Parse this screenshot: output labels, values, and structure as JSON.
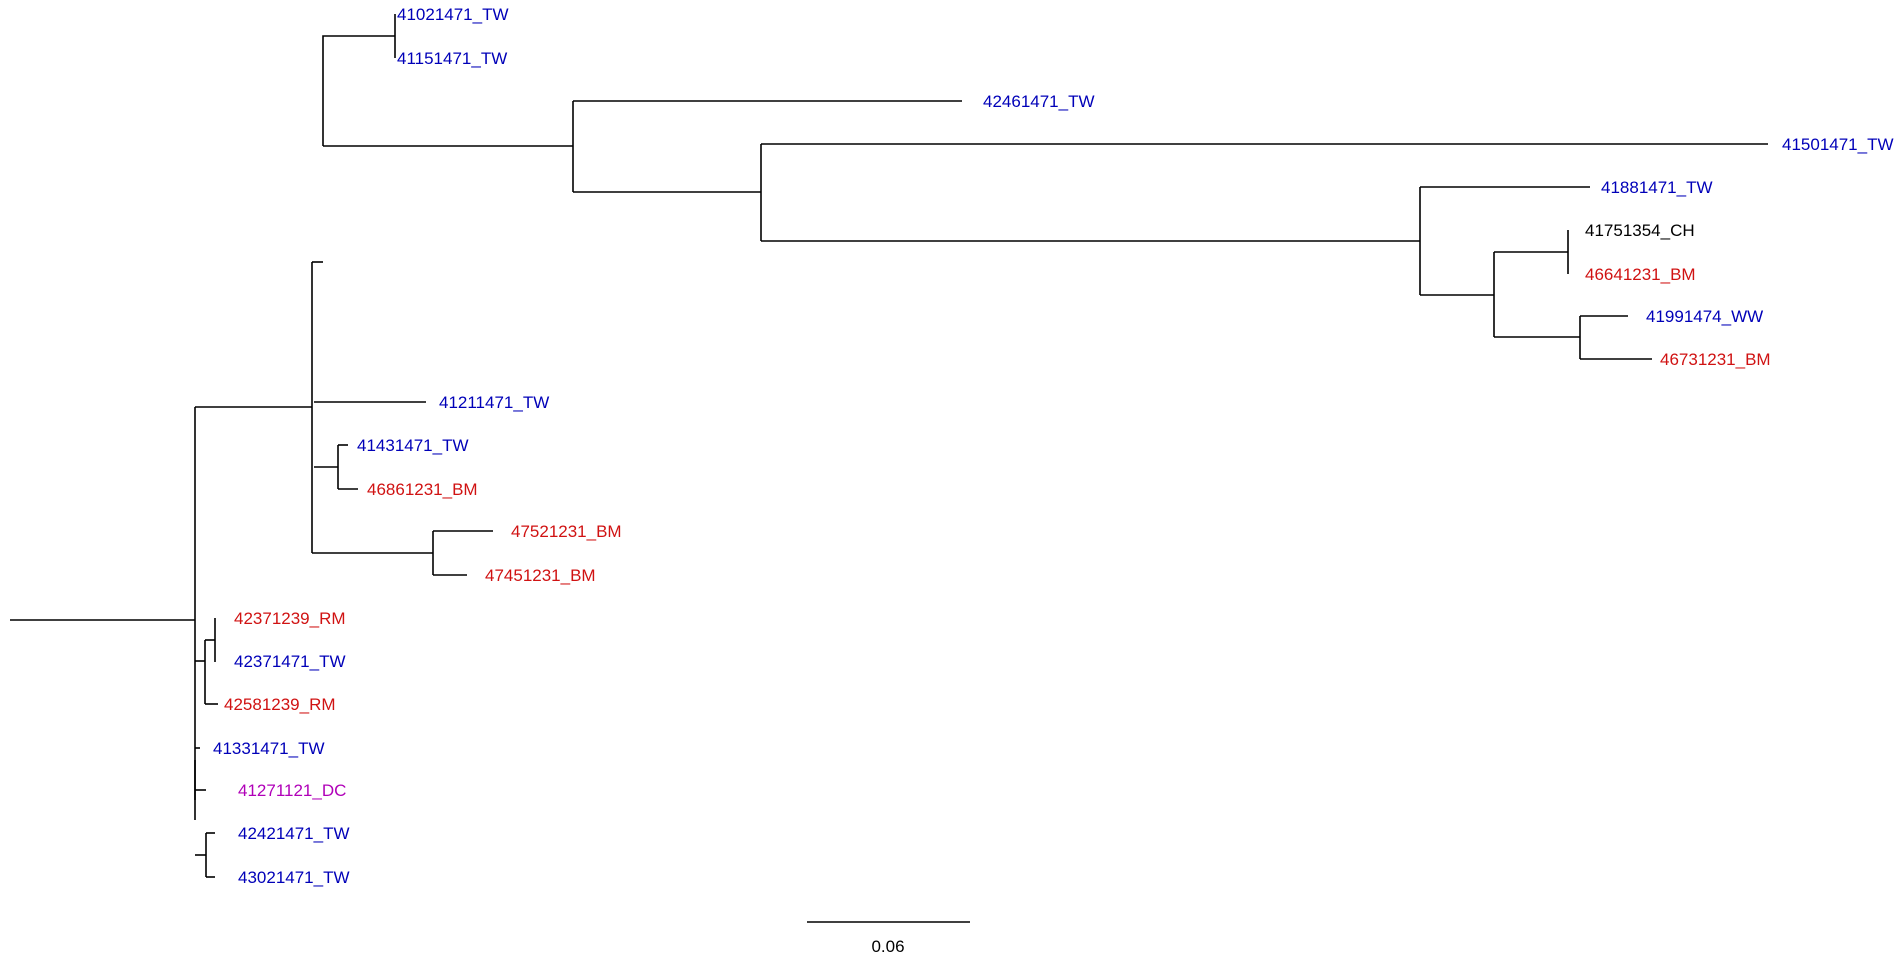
{
  "colors": {
    "TW": "#0000b8",
    "WW": "#0000b8",
    "BM": "#d01212",
    "RM": "#d01212",
    "CH": "#000000",
    "DC": "#b000b8"
  },
  "leaves": [
    {
      "label": "41021471_TW",
      "group": "TW"
    },
    {
      "label": "41151471_TW",
      "group": "TW"
    },
    {
      "label": "42461471_TW",
      "group": "TW"
    },
    {
      "label": "41501471_TW",
      "group": "TW"
    },
    {
      "label": "41881471_TW",
      "group": "TW"
    },
    {
      "label": "41751354_CH",
      "group": "CH"
    },
    {
      "label": "46641231_BM",
      "group": "BM"
    },
    {
      "label": "41991474_WW",
      "group": "WW"
    },
    {
      "label": "46731231_BM",
      "group": "BM"
    },
    {
      "label": "41211471_TW",
      "group": "TW"
    },
    {
      "label": "41431471_TW",
      "group": "TW"
    },
    {
      "label": "46861231_BM",
      "group": "BM"
    },
    {
      "label": "47521231_BM",
      "group": "BM"
    },
    {
      "label": "47451231_BM",
      "group": "BM"
    },
    {
      "label": "42371239_RM",
      "group": "RM"
    },
    {
      "label": "42371471_TW",
      "group": "TW"
    },
    {
      "label": "42581239_RM",
      "group": "RM"
    },
    {
      "label": "41331471_TW",
      "group": "TW"
    },
    {
      "label": "41271121_DC",
      "group": "DC"
    },
    {
      "label": "42421471_TW",
      "group": "TW"
    },
    {
      "label": "43021471_TW",
      "group": "TW"
    }
  ],
  "scale_bar": {
    "value": 0.06,
    "label": "0.06"
  }
}
